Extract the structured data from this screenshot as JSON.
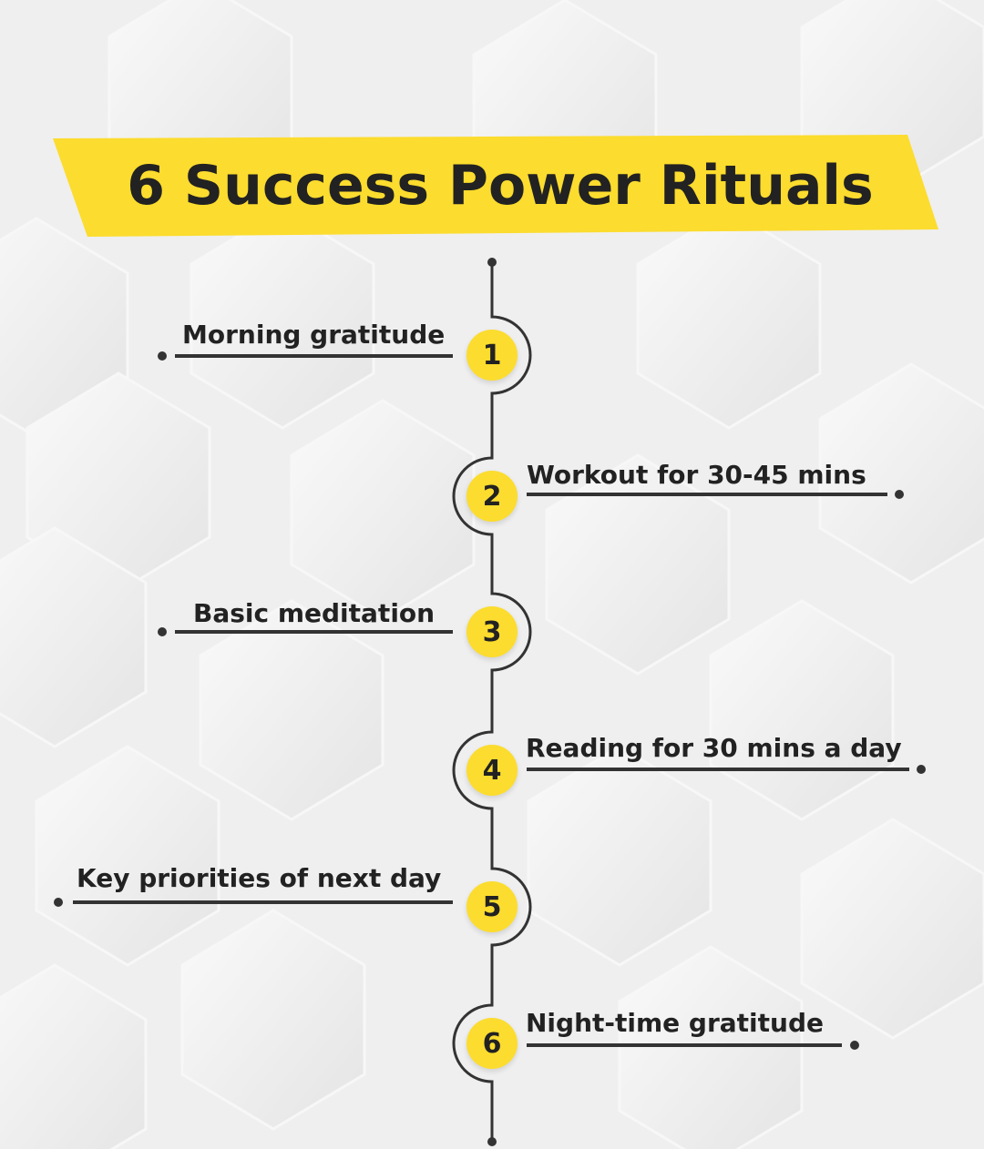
{
  "title": "6 Success Power Rituals",
  "colors": {
    "accent": "#fcdc2e",
    "text": "#222222",
    "background": "#efefef"
  },
  "steps": [
    {
      "number": "1",
      "label": "Morning gratitude",
      "side": "left"
    },
    {
      "number": "2",
      "label": "Workout for 30-45 mins",
      "side": "right"
    },
    {
      "number": "3",
      "label": "Basic meditation",
      "side": "left"
    },
    {
      "number": "4",
      "label": "Reading for 30 mins a day",
      "side": "right"
    },
    {
      "number": "5",
      "label": "Key priorities of next day",
      "side": "left"
    },
    {
      "number": "6",
      "label": "Night-time gratitude",
      "side": "right"
    }
  ]
}
